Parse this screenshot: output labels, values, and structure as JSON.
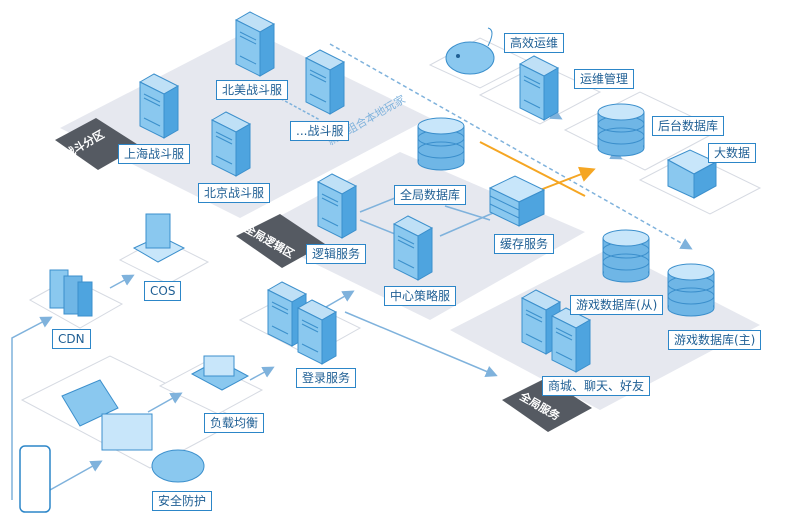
{
  "zones": {
    "battle": "战斗分区",
    "logic": "全局逻辑区",
    "service": "全局服务"
  },
  "path_note": "就近组合本地玩家",
  "labels": {
    "na_battle": "北美战斗服",
    "more_battle": "...战斗服",
    "sh_battle": "上海战斗服",
    "bj_battle": "北京战斗服",
    "global_db": "全局数据库",
    "logic_service": "逻辑服务",
    "cache_service": "缓存服务",
    "central_strategy": "中心策略服",
    "login_service": "登录服务",
    "load_balance": "负载均衡",
    "security": "安全防护",
    "cdn": "CDN",
    "cos": "COS",
    "efficient_ops": "高效运维",
    "ops_mgmt": "运维管理",
    "backend_db": "后台数据库",
    "big_data": "大数据",
    "game_db_slave": "游戏数据库(从)",
    "game_db_master": "游戏数据库(主)",
    "mall_chat_friends": "商城、聊天、好友"
  },
  "colors": {
    "accent": "#2c86c8",
    "platform": "#e6e8ef",
    "zone_tag": "#555a62",
    "highlight_arrow": "#f5a623"
  }
}
